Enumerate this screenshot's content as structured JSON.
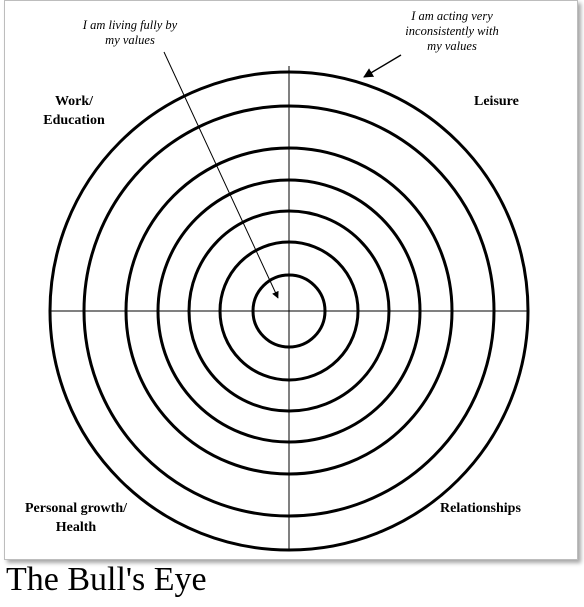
{
  "title": "The Bull's Eye",
  "quadrants": {
    "top_left": "Work/\nEducation",
    "top_right": "Leisure",
    "bottom_left": "Personal growth/\nHealth",
    "bottom_right": "Relationships"
  },
  "annotations": {
    "center": "I am living fully by\nmy values",
    "outer": "I am acting very\ninconsistently with\nmy values"
  },
  "rings": 7,
  "colors": {
    "line": "#000000",
    "background": "#ffffff"
  }
}
